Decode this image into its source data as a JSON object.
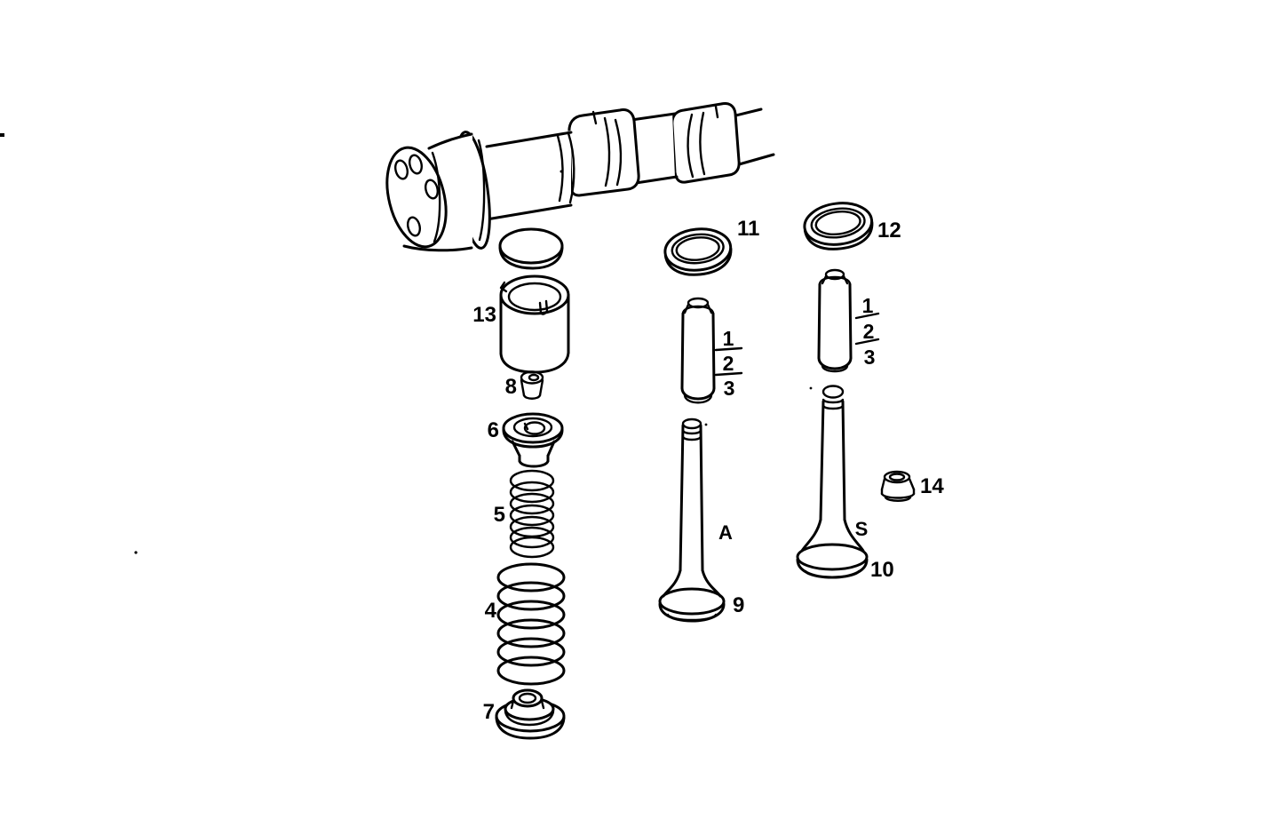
{
  "diagram": {
    "background": "#ffffff",
    "ink": "#000000",
    "labels": {
      "n4": "4",
      "n5": "5",
      "n6": "6",
      "n7": "7",
      "n8": "8",
      "n9": "9",
      "n10": "10",
      "n11": "11",
      "n12": "12",
      "n13": "13",
      "n14": "14",
      "a": "A",
      "s": "S"
    },
    "guide_stack_left": {
      "r1": "1",
      "r2": "2",
      "r3": "3"
    },
    "guide_stack_right": {
      "r1": "1",
      "r2": "2",
      "r3": "3"
    }
  }
}
